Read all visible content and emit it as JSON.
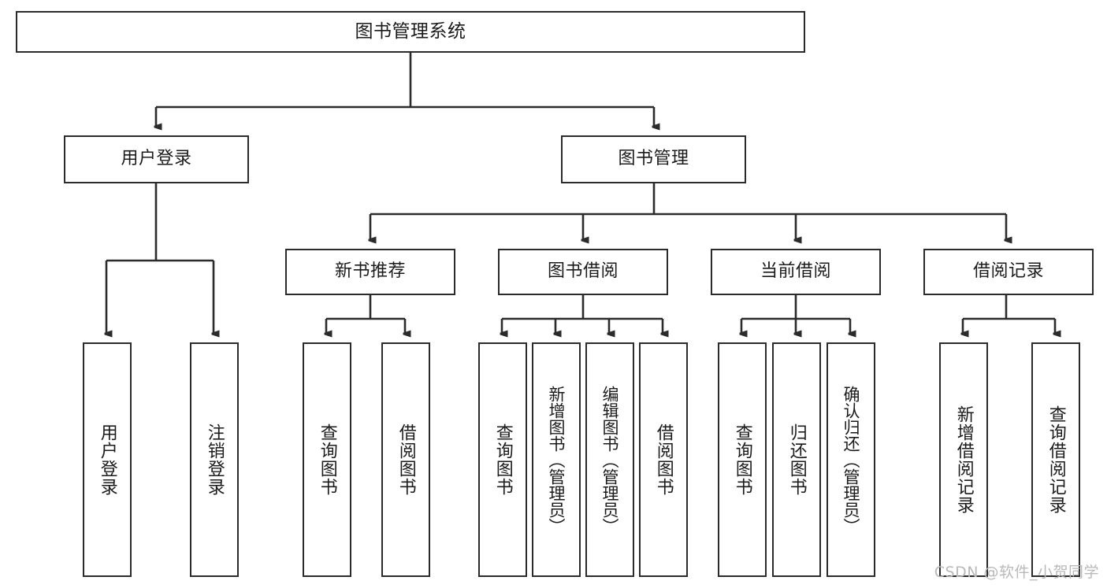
{
  "diagram": {
    "title": "图书管理系统",
    "root": {
      "label": "图书管理系统"
    },
    "level2": [
      {
        "label": "用户登录"
      },
      {
        "label": "图书管理"
      }
    ],
    "level3": [
      {
        "label": "新书推荐"
      },
      {
        "label": "图书借阅"
      },
      {
        "label": "当前借阅"
      },
      {
        "label": "借阅记录"
      }
    ],
    "leaves": [
      {
        "label": "用户登录",
        "parent": "用户登录"
      },
      {
        "label": "注销登录",
        "parent": "用户登录"
      },
      {
        "label": "查询图书",
        "parent": "新书推荐"
      },
      {
        "label": "借阅图书",
        "parent": "新书推荐"
      },
      {
        "label": "查询图书",
        "parent": "图书借阅"
      },
      {
        "label": "新增图书（管理员）",
        "parent": "图书借阅"
      },
      {
        "label": "编辑图书（管理员）",
        "parent": "图书借阅"
      },
      {
        "label": "借阅图书",
        "parent": "图书借阅"
      },
      {
        "label": "查询图书",
        "parent": "当前借阅"
      },
      {
        "label": "归还图书",
        "parent": "当前借阅"
      },
      {
        "label": "确认归还（管理员）",
        "parent": "当前借阅"
      },
      {
        "label": "新增借阅记录",
        "parent": "借阅记录"
      },
      {
        "label": "查询借阅记录",
        "parent": "借阅记录"
      }
    ]
  },
  "watermark": {
    "text": "CSDN @软件_小贺同学"
  },
  "colors": {
    "stroke": "#2b2b2b",
    "background": "#ffffff",
    "text": "#1b1b1b",
    "watermark": "#b9b9b9"
  }
}
